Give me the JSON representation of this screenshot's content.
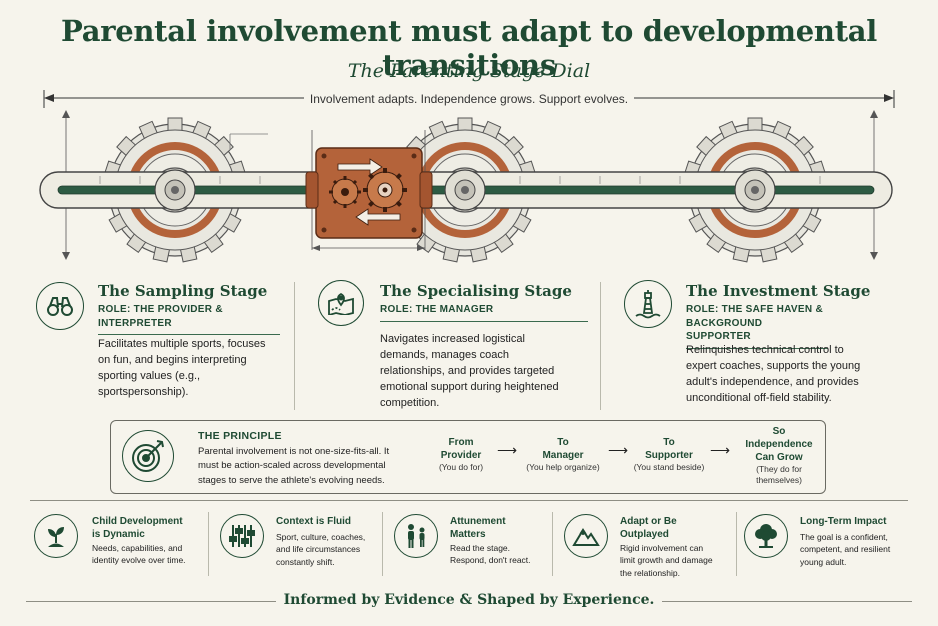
{
  "header": {
    "title": "Parental involvement must adapt to developmental transitions",
    "subtitle": "The Parenting Stage Dial",
    "dimension_text": "Involvement adapts. Independence grows. Support evolves."
  },
  "stages": [
    {
      "title": "The Sampling Stage",
      "role": "ROLE: THE PROVIDER & INTERPRETER",
      "description": "Facilitates multiple sports, focuses on fun, and begins interpreting sporting values (e.g., sportspersonship).",
      "icon": "binoculars-icon"
    },
    {
      "title": "The Specialising Stage",
      "role": "ROLE: THE MANAGER",
      "description": "Navigates increased logistical demands, manages coach relationships, and provides targeted emotional support during heightened competition.",
      "icon": "map-pin-icon"
    },
    {
      "title": "The Investment Stage",
      "role": "ROLE: THE SAFE HAVEN & BACKGROUND SUPPORTER",
      "description": "Relinquishes technical control to expert coaches, supports the young adult's independence, and provides unconditional off-field stability.",
      "icon": "lighthouse-icon"
    }
  ],
  "principle": {
    "title": "THE PRINCIPLE",
    "text": "Parental involvement is not one-size-fits-all. It must be action-scaled across developmental stages to serve the athlete's evolving needs.",
    "icon": "target-icon",
    "steps": [
      {
        "main": "From\nProvider",
        "sub": "(You do for)"
      },
      {
        "main": "To\nManager",
        "sub": "(You help organize)"
      },
      {
        "main": "To\nSupporter",
        "sub": "(You stand beside)"
      },
      {
        "main": "So\nIndependence\nCan Grow",
        "sub": "(They do for\nthemselves)"
      }
    ]
  },
  "footer_items": [
    {
      "title": "Child Development\nis Dynamic",
      "text": "Needs, capabilities, and identity evolve over time.",
      "icon": "sprout-icon"
    },
    {
      "title": "Context is Fluid",
      "text": "Sport, culture, coaches, and life circumstances constantly shift.",
      "icon": "sliders-icon"
    },
    {
      "title": "Attunement\nMatters",
      "text": "Read the stage.\nRespond, don't react.",
      "icon": "people-icon"
    },
    {
      "title": "Adapt or Be\nOutplayed",
      "text": "Rigid involvement can limit growth and damage the relationship.",
      "icon": "mountain-icon"
    },
    {
      "title": "Long-Term Impact",
      "text": "The goal is a confident, competent, and resilient young adult.",
      "icon": "tree-icon"
    }
  ],
  "footer_tagline": "Informed by Evidence & Shaped by Experience.",
  "colors": {
    "brand_green": "#1f4a33",
    "copper": "#b4633a",
    "background": "#f6f4ec"
  }
}
